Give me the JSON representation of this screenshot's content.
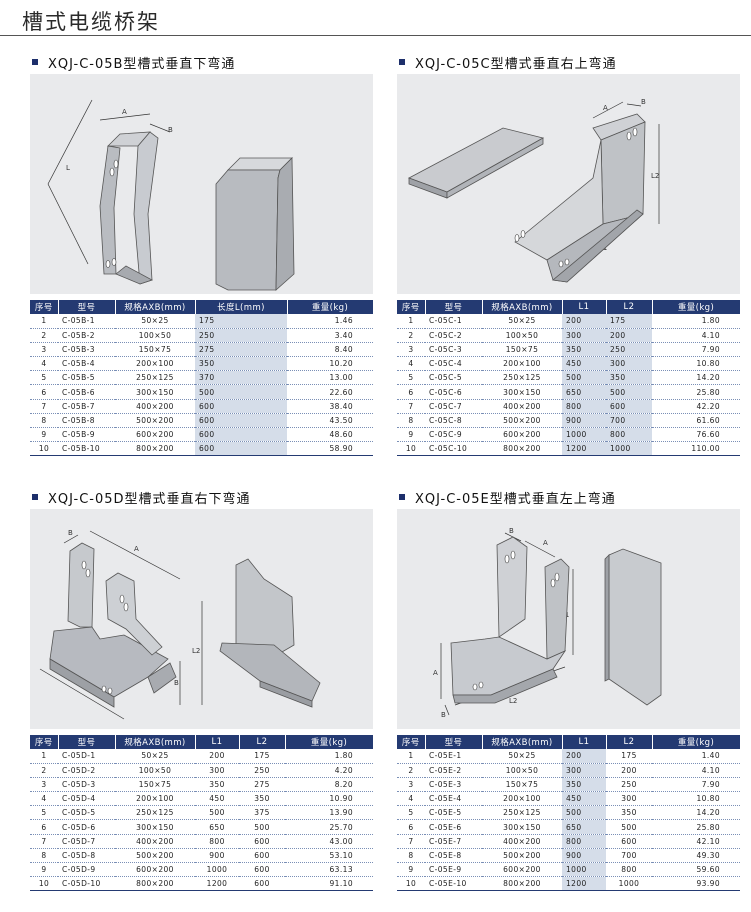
{
  "page": {
    "title": "槽式电缆桥架"
  },
  "sections": [
    {
      "heading": "XQJ-C-05B型槽式垂直下弯通",
      "labels": {
        "a": "A",
        "b": "B",
        "l": "L"
      },
      "headers": [
        "序号",
        "型号",
        "规格AXB(mm)",
        "长度L(mm)",
        "重量(kg)"
      ],
      "rows": [
        [
          "1",
          "C-05B-1",
          "50×25",
          "175",
          "1.46"
        ],
        [
          "2",
          "C-05B-2",
          "100×50",
          "250",
          "3.40"
        ],
        [
          "3",
          "C-05B-3",
          "150×75",
          "275",
          "8.40"
        ],
        [
          "4",
          "C-05B-4",
          "200×100",
          "350",
          "10.20"
        ],
        [
          "5",
          "C-05B-5",
          "250×125",
          "370",
          "13.00"
        ],
        [
          "6",
          "C-05B-6",
          "300×150",
          "500",
          "22.60"
        ],
        [
          "7",
          "C-05B-7",
          "400×200",
          "600",
          "38.40"
        ],
        [
          "8",
          "C-05B-8",
          "500×200",
          "600",
          "43.50"
        ],
        [
          "9",
          "C-05B-9",
          "600×200",
          "600",
          "48.60"
        ],
        [
          "10",
          "C-05B-10",
          "800×200",
          "600",
          "58.90"
        ]
      ]
    },
    {
      "heading": "XQJ-C-05C型槽式垂直右上弯通",
      "labels": {
        "a": "A",
        "b": "B",
        "l1": "L1",
        "l2": "L2"
      },
      "headers": [
        "序号",
        "型号",
        "规格AXB(mm)",
        "L1",
        "L2",
        "重量(kg)"
      ],
      "rows": [
        [
          "1",
          "C-05C-1",
          "50×25",
          "200",
          "175",
          "1.80"
        ],
        [
          "2",
          "C-05C-2",
          "100×50",
          "300",
          "200",
          "4.10"
        ],
        [
          "3",
          "C-05C-3",
          "150×75",
          "350",
          "250",
          "7.90"
        ],
        [
          "4",
          "C-05C-4",
          "200×100",
          "450",
          "300",
          "10.80"
        ],
        [
          "5",
          "C-05C-5",
          "250×125",
          "500",
          "350",
          "14.20"
        ],
        [
          "6",
          "C-05C-6",
          "300×150",
          "650",
          "500",
          "25.80"
        ],
        [
          "7",
          "C-05C-7",
          "400×200",
          "800",
          "600",
          "42.20"
        ],
        [
          "8",
          "C-05C-8",
          "500×200",
          "900",
          "700",
          "61.60"
        ],
        [
          "9",
          "C-05C-9",
          "600×200",
          "1000",
          "800",
          "76.60"
        ],
        [
          "10",
          "C-05C-10",
          "800×200",
          "1200",
          "1000",
          "110.00"
        ]
      ]
    },
    {
      "heading": "XQJ-C-05D型槽式垂直右下弯通",
      "labels": {
        "a": "A",
        "b": "B",
        "l1": "L1",
        "l2": "L2"
      },
      "headers": [
        "序号",
        "型号",
        "规格AXB(mm)",
        "L1",
        "L2",
        "重量(kg)"
      ],
      "rows": [
        [
          "1",
          "C-05D-1",
          "50×25",
          "200",
          "175",
          "1.80"
        ],
        [
          "2",
          "C-05D-2",
          "100×50",
          "300",
          "250",
          "4.20"
        ],
        [
          "3",
          "C-05D-3",
          "150×75",
          "350",
          "275",
          "8.20"
        ],
        [
          "4",
          "C-05D-4",
          "200×100",
          "450",
          "350",
          "10.90"
        ],
        [
          "5",
          "C-05D-5",
          "250×125",
          "500",
          "375",
          "13.90"
        ],
        [
          "6",
          "C-05D-6",
          "300×150",
          "650",
          "500",
          "25.70"
        ],
        [
          "7",
          "C-05D-7",
          "400×200",
          "800",
          "600",
          "43.00"
        ],
        [
          "8",
          "C-05D-8",
          "500×200",
          "900",
          "600",
          "53.10"
        ],
        [
          "9",
          "C-05D-9",
          "600×200",
          "1000",
          "600",
          "63.13"
        ],
        [
          "10",
          "C-05D-10",
          "800×200",
          "1200",
          "600",
          "91.10"
        ]
      ]
    },
    {
      "heading": "XQJ-C-05E型槽式垂直左上弯通",
      "labels": {
        "a": "A",
        "b": "B",
        "l1": "L1",
        "l2": "L2"
      },
      "headers": [
        "序号",
        "型号",
        "规格AXB(mm)",
        "L1",
        "L2",
        "重量(kg)"
      ],
      "rows": [
        [
          "1",
          "C-05E-1",
          "50×25",
          "200",
          "175",
          "1.40"
        ],
        [
          "2",
          "C-05E-2",
          "100×50",
          "300",
          "200",
          "4.10"
        ],
        [
          "3",
          "C-05E-3",
          "150×75",
          "350",
          "250",
          "7.90"
        ],
        [
          "4",
          "C-05E-4",
          "200×100",
          "450",
          "300",
          "10.80"
        ],
        [
          "5",
          "C-05E-5",
          "250×125",
          "500",
          "350",
          "14.20"
        ],
        [
          "6",
          "C-05E-6",
          "300×150",
          "650",
          "500",
          "25.80"
        ],
        [
          "7",
          "C-05E-7",
          "400×200",
          "800",
          "600",
          "42.10"
        ],
        [
          "8",
          "C-05E-8",
          "500×200",
          "900",
          "700",
          "49.30"
        ],
        [
          "9",
          "C-05E-9",
          "600×200",
          "1000",
          "800",
          "59.60"
        ],
        [
          "10",
          "C-05E-10",
          "800×200",
          "1200",
          "1000",
          "93.90"
        ]
      ]
    }
  ]
}
